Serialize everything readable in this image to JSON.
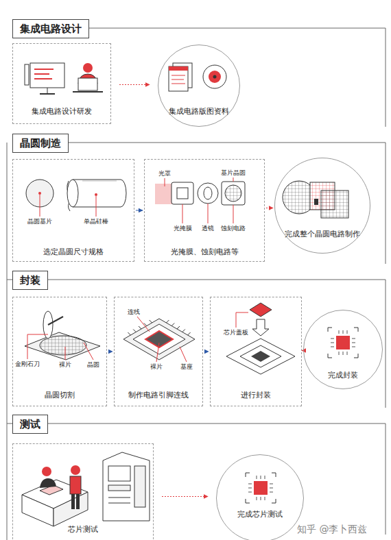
{
  "diagram": {
    "nodes": [
      {
        "text": [
          "集成电路设计"
        ]
      },
      {
        "text": [
          "集成电路设计研发"
        ]
      },
      {
        "text": [
          "集成电路版图资料"
        ]
      },
      {
        "text": [
          "晶圆制造"
        ]
      },
      {
        "text": [
          "选定晶圆尺寸规格"
        ]
      },
      {
        "text": [
          "光掩膜、蚀刻电路等"
        ]
      },
      {
        "text": [
          "完成整个晶圆电路制作"
        ]
      },
      {
        "text": [
          "封装"
        ]
      },
      {
        "text": [
          "晶圆切割"
        ]
      },
      {
        "text": [
          "制作电路引脚连线"
        ]
      },
      {
        "text": [
          "进行封装"
        ]
      },
      {
        "text": [
          "完成封装"
        ]
      },
      {
        "text": [
          "测试"
        ]
      },
      {
        "text": [
          "芯片测试"
        ]
      },
      {
        "text": [
          "完成芯片测试"
        ]
      }
    ],
    "edges": [
      {
        "from": 1,
        "to": 2,
        "arrow": "to"
      },
      {
        "from": 4,
        "to": 5,
        "arrow": "to"
      },
      {
        "from": 5,
        "to": 6,
        "arrow": "to"
      },
      {
        "from": 8,
        "to": 9,
        "arrow": "to"
      },
      {
        "from": 9,
        "to": 10,
        "arrow": "to"
      },
      {
        "from": 10,
        "to": 11,
        "arrow": "to"
      },
      {
        "from": 13,
        "to": 14,
        "arrow": "to"
      }
    ],
    "labels": [
      "晶圆基片",
      "单晶硅棒",
      "光罩",
      "基片晶圆",
      "光掩膜",
      "透镜",
      "蚀刻电路",
      "金刚石刀",
      "裸片",
      "晶圆",
      "连线",
      "裸片",
      "基座",
      "芯片盖板",
      "知乎 @李卜西兹"
    ]
  }
}
